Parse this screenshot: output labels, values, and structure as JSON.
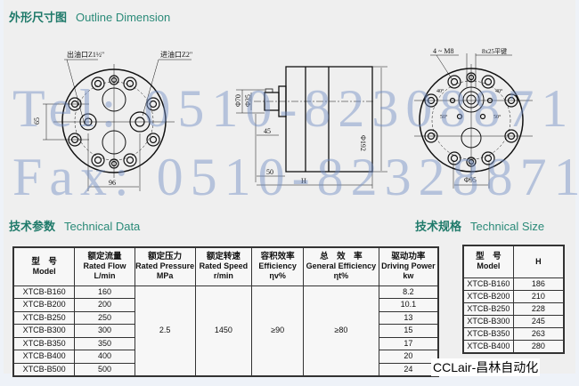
{
  "outline": {
    "title_cn": "外形尺寸图",
    "title_en": "Outline Dimension"
  },
  "drawing": {
    "labels": {
      "outlet": "出油口Z1½\"",
      "inlet": "进油口Z2\"",
      "dim_65": "65",
      "dim_96": "96",
      "dim_phi70": "Φ70",
      "dim_phi35": "Φ35",
      "dim_45": "45",
      "dim_50": "50",
      "dim_H": "H",
      "dim_phi192": "Φ192",
      "bolts": "4 ~ M8",
      "key": "8x25平键",
      "angle_40a": "40°",
      "angle_40b": "40°",
      "angle_50a": "50°",
      "angle_50b": "50°",
      "dim_phi95": "Φ95"
    }
  },
  "watermark": {
    "tel": "Tel: 0510-82308871",
    "fax": "Fax: 0510-82328871"
  },
  "technical_data": {
    "title_cn": "技术参数",
    "title_en": "Technical Data",
    "headers": [
      {
        "cn": "型　号",
        "en": "Model",
        "unit": ""
      },
      {
        "cn": "额定流量",
        "en": "Rated Flow",
        "unit": "L/min"
      },
      {
        "cn": "额定压力",
        "en": "Rated Pressure",
        "unit": "MPa"
      },
      {
        "cn": "额定转速",
        "en": "Rated Speed",
        "unit": "r/min"
      },
      {
        "cn": "容积效率",
        "en": "Efficiency",
        "unit": "ηv%"
      },
      {
        "cn": "总　效　率",
        "en": "General Efficiency",
        "unit": "ηt%"
      },
      {
        "cn": "驱动功率",
        "en": "Driving Power",
        "unit": "kw"
      }
    ],
    "rows": [
      {
        "model": "XTCB-B160",
        "flow": "160",
        "power": "8.2"
      },
      {
        "model": "XTCB-B200",
        "flow": "200",
        "power": "10.1"
      },
      {
        "model": "XTCB-B250",
        "flow": "250",
        "power": "13"
      },
      {
        "model": "XTCB-B300",
        "flow": "300",
        "power": "15"
      },
      {
        "model": "XTCB-B350",
        "flow": "350",
        "power": "17"
      },
      {
        "model": "XTCB-B400",
        "flow": "400",
        "power": "20"
      },
      {
        "model": "XTCB-B500",
        "flow": "500",
        "power": "24"
      }
    ],
    "shared": {
      "pressure": "2.5",
      "speed": "1450",
      "vol_eff": "≥90",
      "gen_eff": "≥80"
    }
  },
  "technical_size": {
    "title_cn": "技术规格",
    "title_en": "Technical Size",
    "headers": {
      "model_cn": "型　号",
      "model_en": "Model",
      "h": "H"
    },
    "rows": [
      {
        "model": "XTCB-B160",
        "h": "186"
      },
      {
        "model": "XTCB-B200",
        "h": "210"
      },
      {
        "model": "XTCB-B250",
        "h": "228"
      },
      {
        "model": "XTCB-B300",
        "h": "245"
      },
      {
        "model": "XTCB-B350",
        "h": "263"
      },
      {
        "model": "XTCB-B400",
        "h": "280"
      }
    ]
  },
  "brand": "CCLair-昌林自动化"
}
